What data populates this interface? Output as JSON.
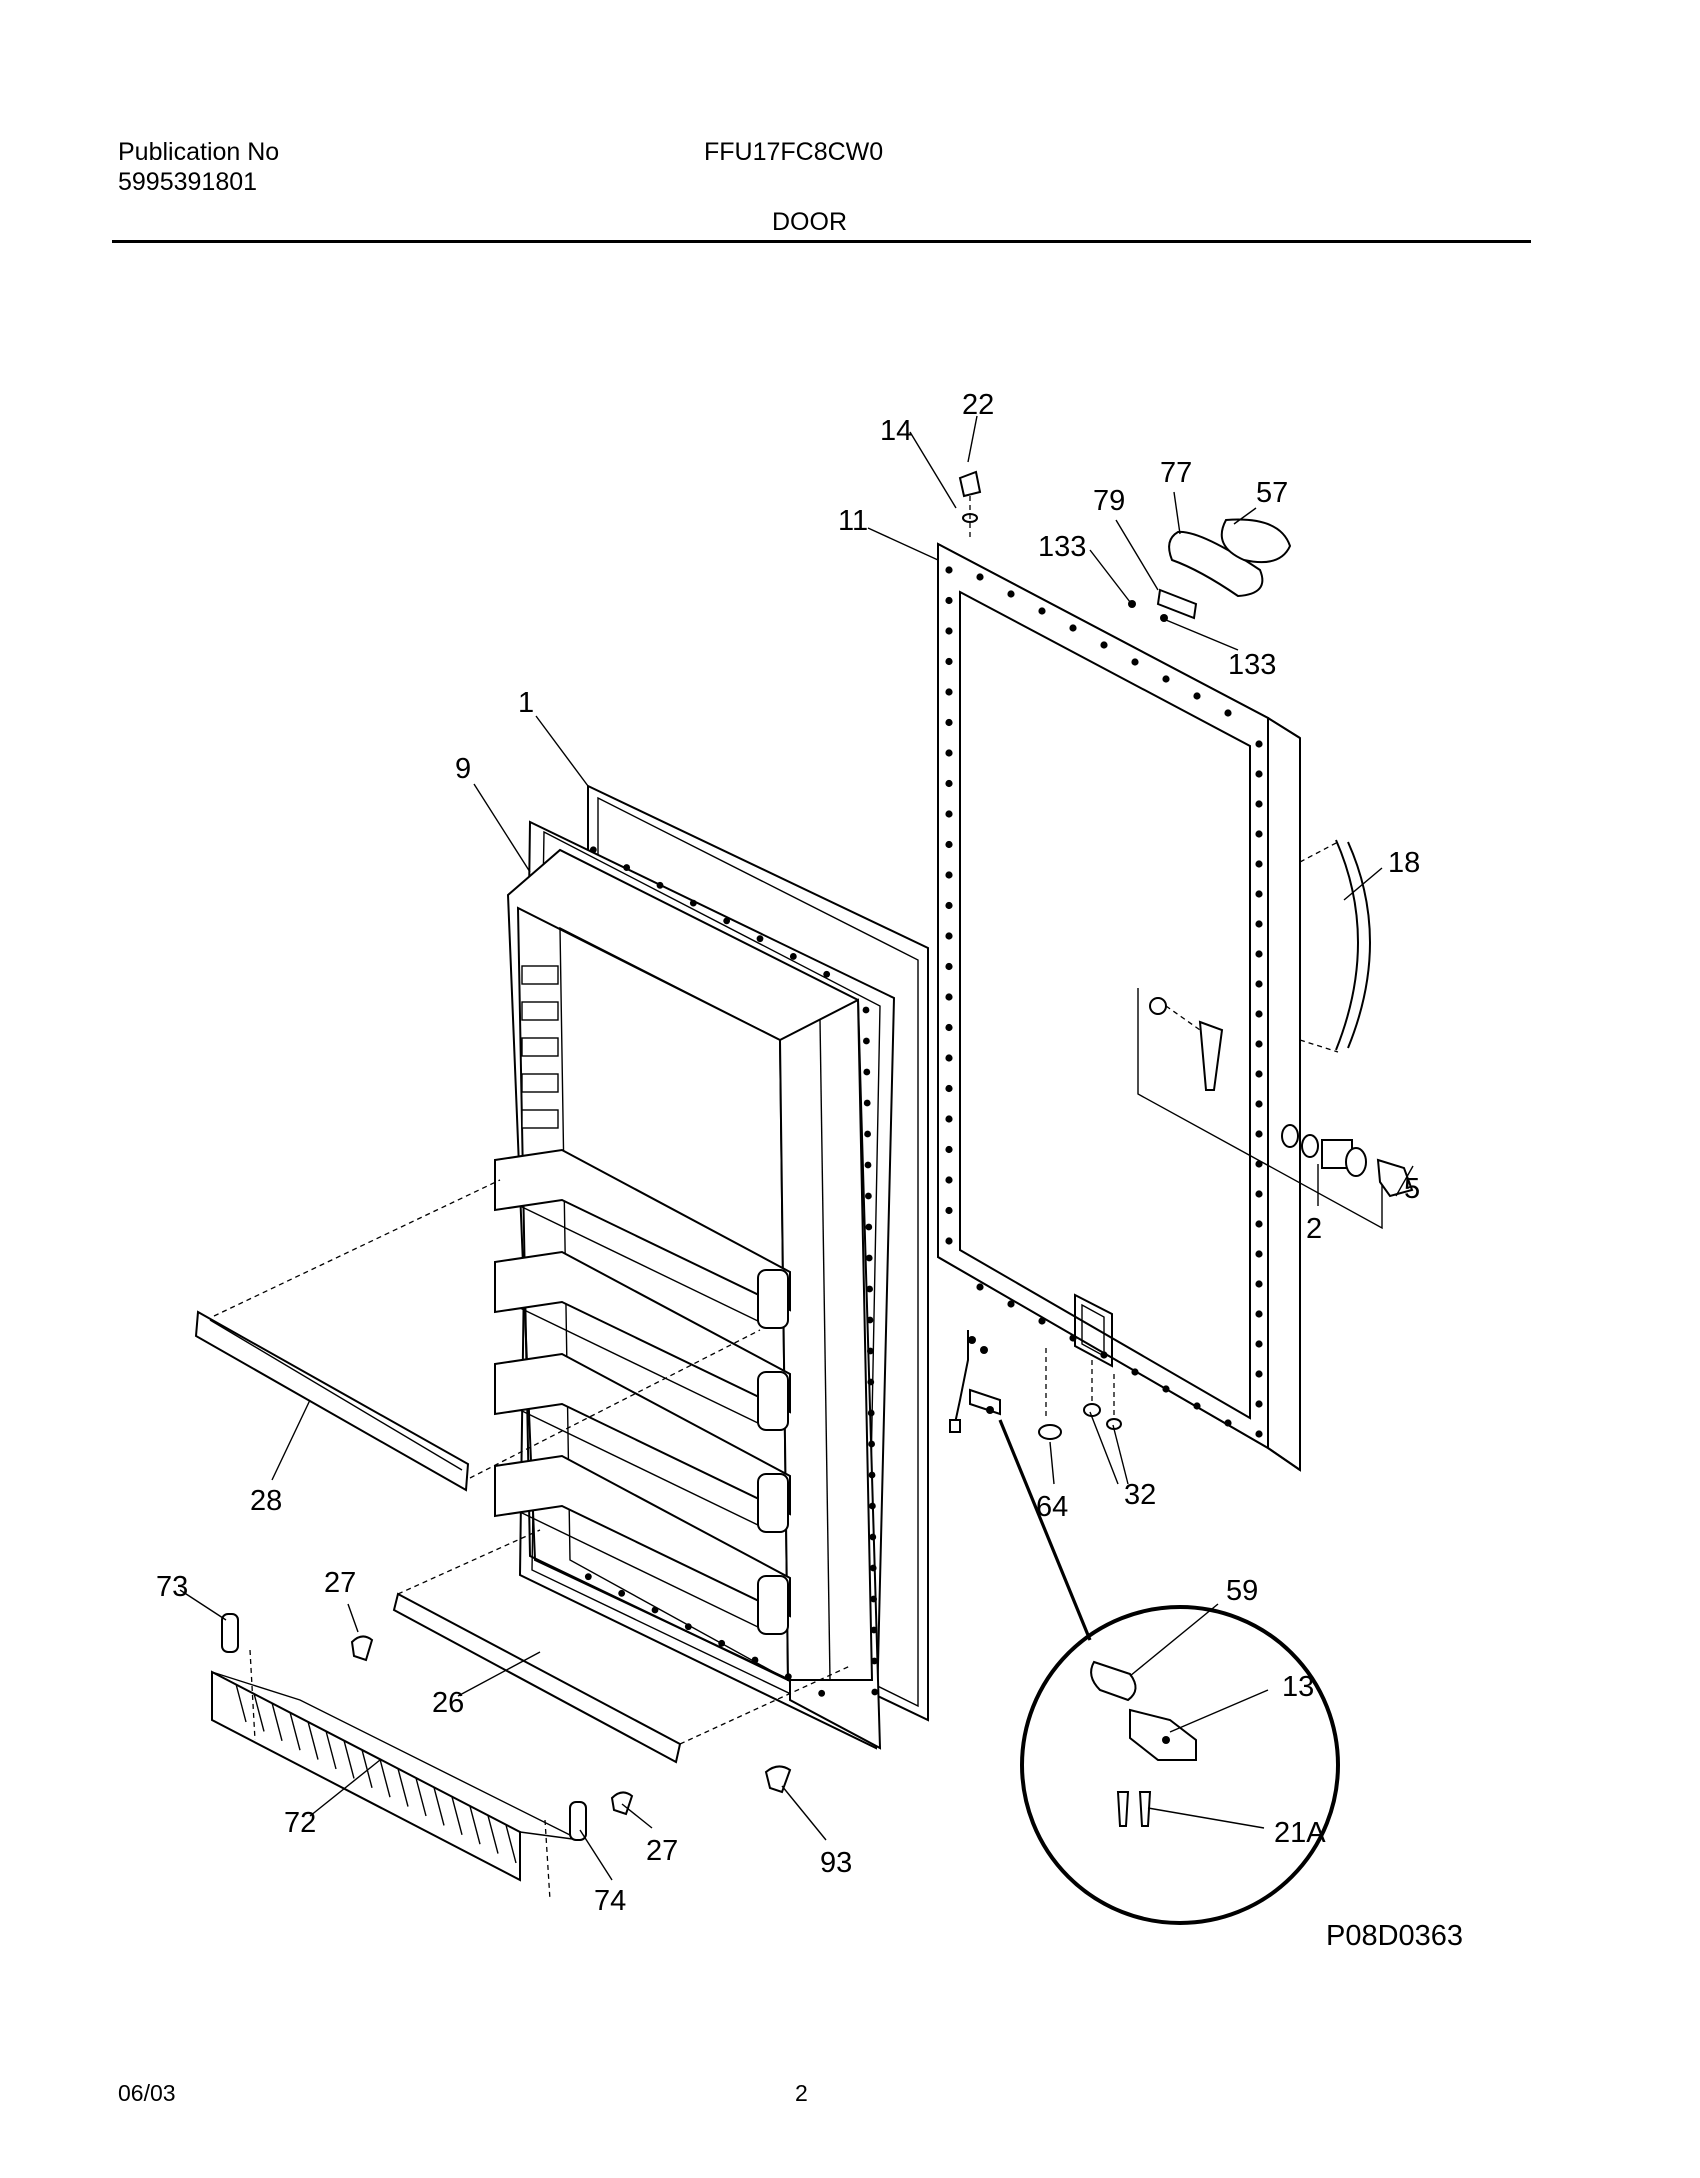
{
  "header": {
    "publication_label": "Publication No",
    "publication_number": "5995391801",
    "model": "FFU17FC8CW0",
    "section": "DOOR"
  },
  "diagram": {
    "callouts": {
      "c1": "1",
      "c2": "2",
      "c5": "5",
      "c9": "9",
      "c11": "11",
      "c13": "13",
      "c14": "14",
      "c18": "18",
      "c21a": "21A",
      "c22": "22",
      "c26": "26",
      "c27a": "27",
      "c27b": "27",
      "c28": "28",
      "c32": "32",
      "c57": "57",
      "c59": "59",
      "c64": "64",
      "c72": "72",
      "c73": "73",
      "c74": "74",
      "c77": "77",
      "c79": "79",
      "c93": "93",
      "c133a": "133",
      "c133b": "133"
    },
    "figure_id": "P08D0363"
  },
  "footer": {
    "date": "06/03",
    "page": "2"
  }
}
